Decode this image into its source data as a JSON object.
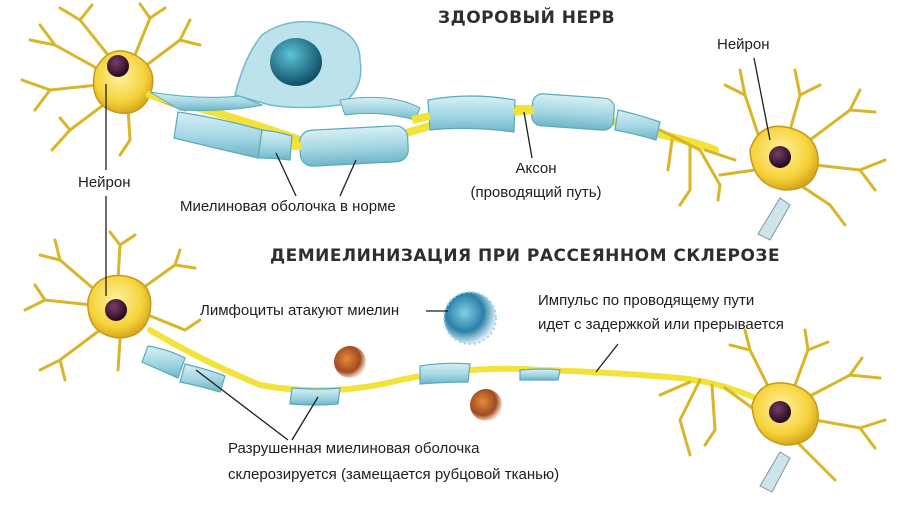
{
  "titles": {
    "healthy": "ЗДОРОВЫЙ НЕРВ",
    "demyelination": "ДЕМИЕЛИНИЗАЦИЯ ПРИ РАССЕЯННОМ СКЛЕРОЗЕ"
  },
  "labels": {
    "neuron_right": "Нейрон",
    "neuron_left": "Нейрон",
    "myelin_normal": "Миелиновая оболочка в норме",
    "axon_line1": "Аксон",
    "axon_line2": "(проводящий путь)",
    "lymphocytes": "Лимфоциты атакуют миелин",
    "impulse_line1": "Импульс по проводящему пути",
    "impulse_line2": "идет с задержкой или прерывается",
    "destroyed_line1": "Разрушенная миелиновая оболочка",
    "destroyed_line2": "склерозируется (замещается рубцовой тканью)"
  },
  "colors": {
    "myelin": "#a9dbe6",
    "myelin_stroke": "#5aa9bd",
    "axon": "#f2e23a",
    "neuron_body": "#f6d23a",
    "nucleus": "#3a1530",
    "lymphocyte_blue": "#2c7fa8",
    "lymphocyte_brown": "#b0562a"
  }
}
